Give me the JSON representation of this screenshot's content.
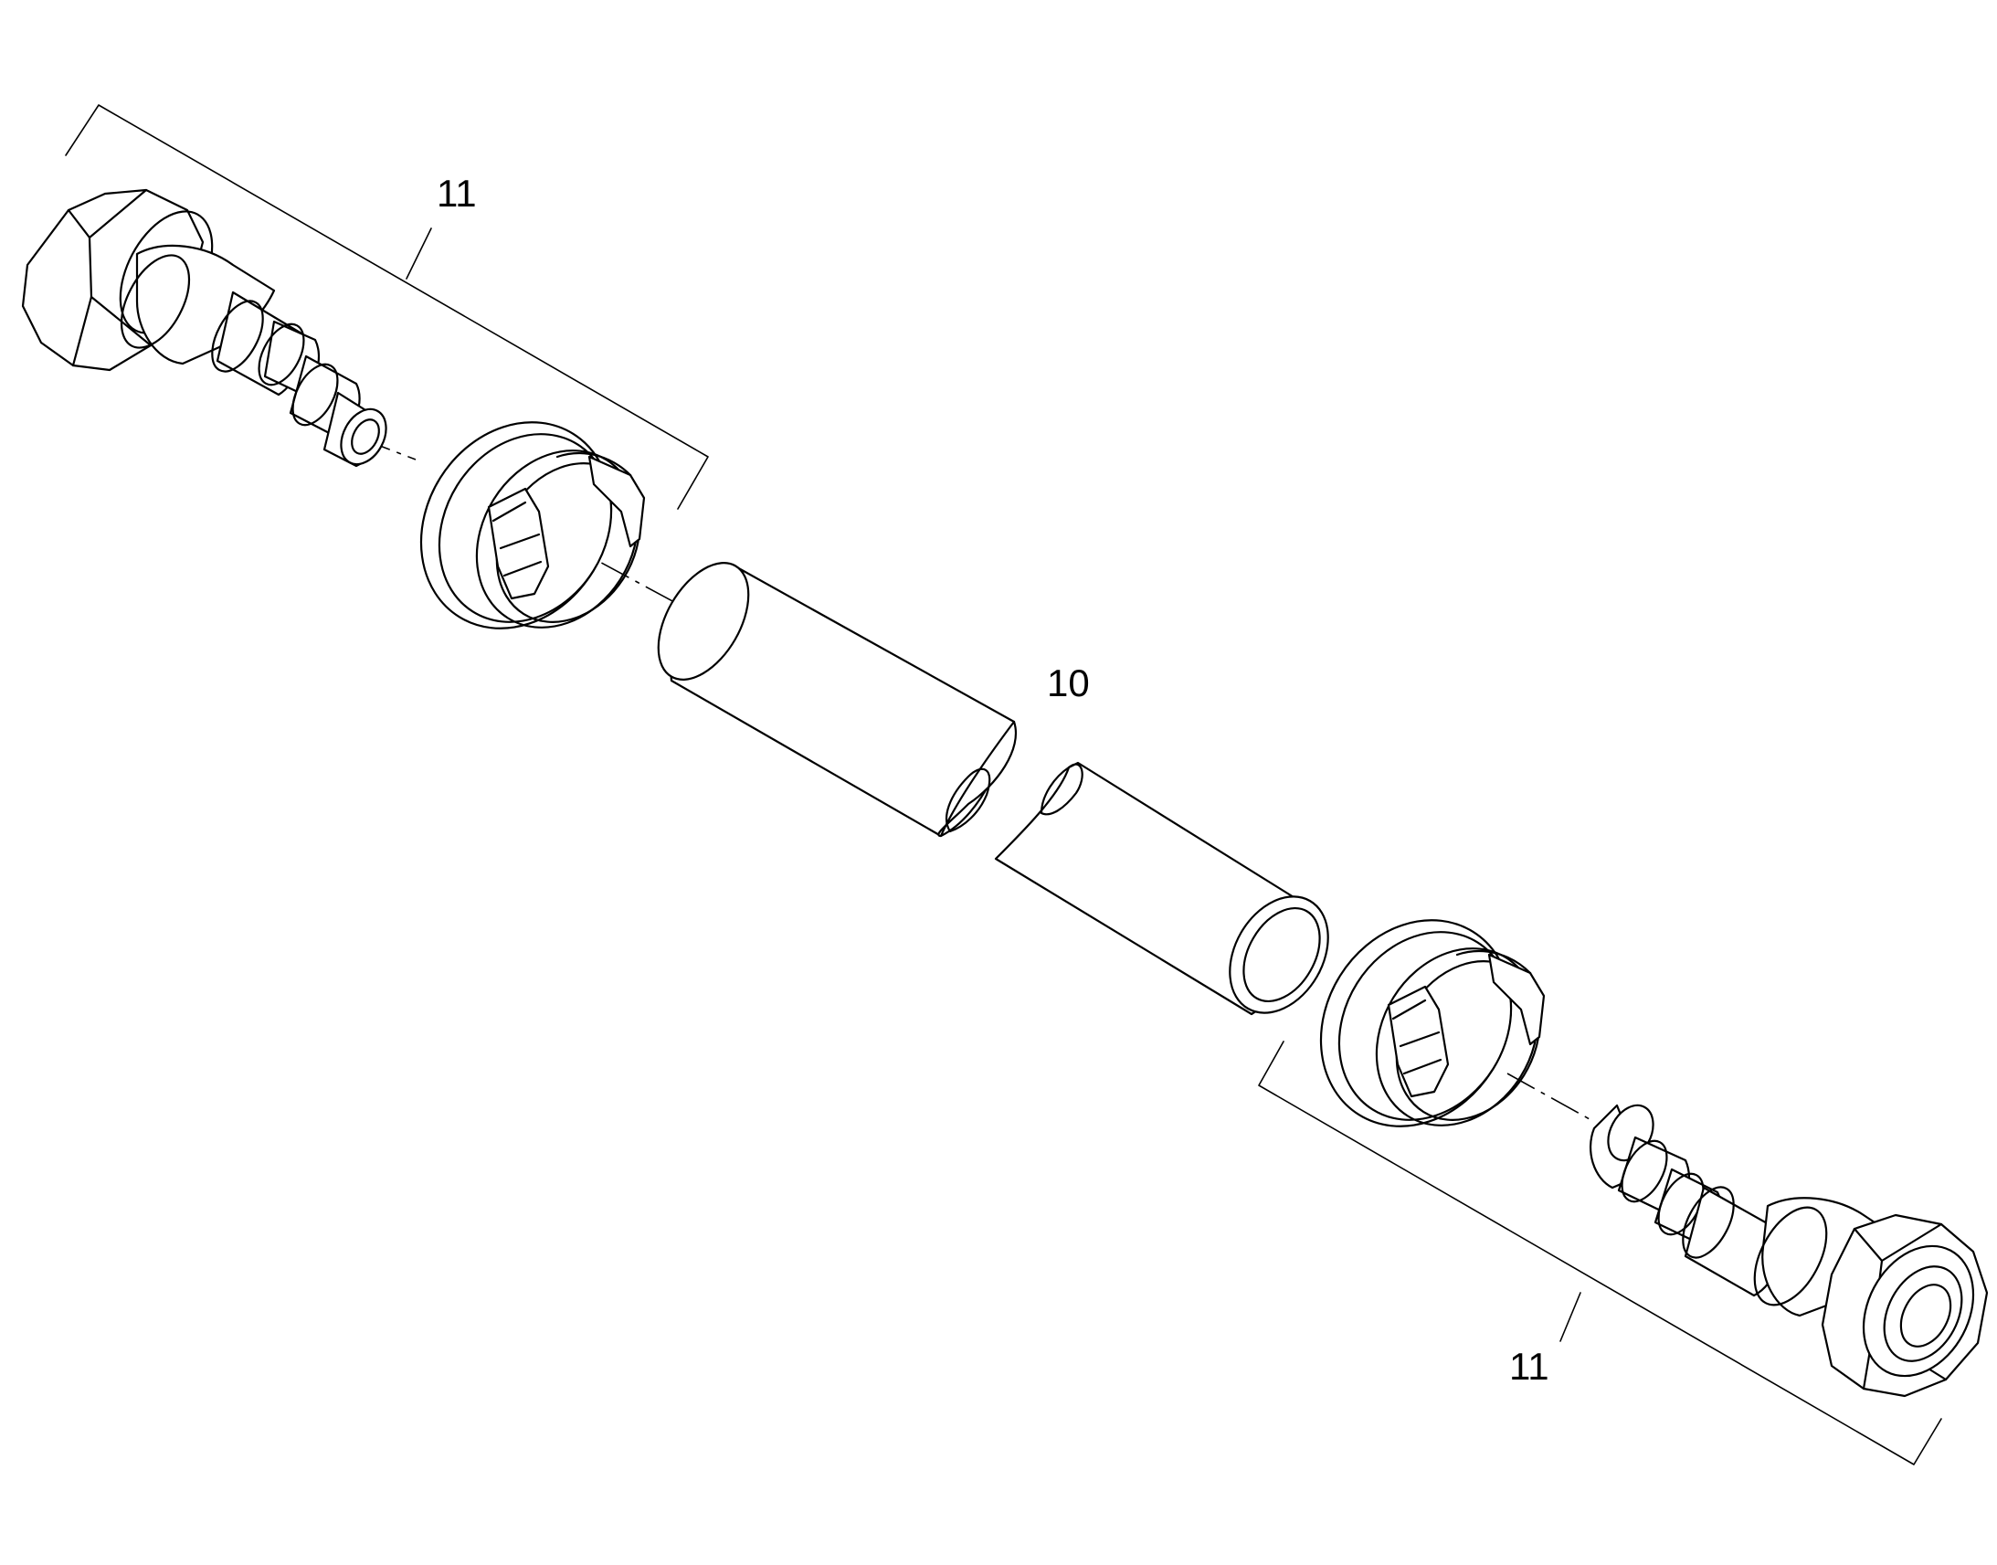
{
  "callouts": {
    "hose": "10",
    "fitting_top": "11",
    "fitting_bottom": "11"
  }
}
